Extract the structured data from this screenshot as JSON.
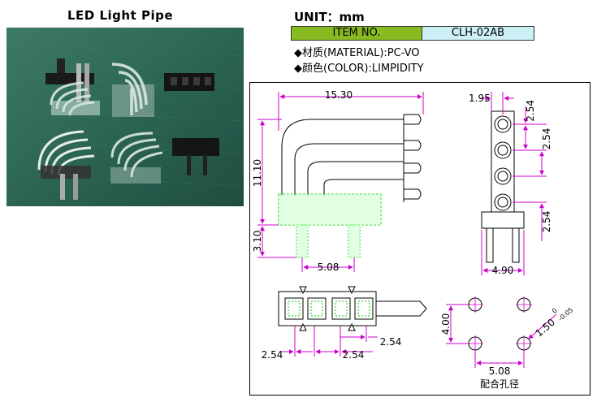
{
  "header": {
    "title": "LED  Light  Pipe",
    "unit": "UNIT：mm"
  },
  "item": {
    "label": "ITEM NO.",
    "value": "CLH-02AB"
  },
  "specs": {
    "material": "◆材质(MATERIAL):PC-VO",
    "color": "◆颜色(COLOR):LIMPIDITY"
  },
  "drawing": {
    "dims": {
      "width_total": "15.30",
      "height": "11.10",
      "pin_length": "3.10",
      "pin_pitch": "5.08",
      "side_offset": "1.95",
      "led_pitch_a": "2.54",
      "led_pitch_b": "2.54",
      "led_pitch_c": "2.54",
      "side_width": "4.90",
      "top_left": "2.54",
      "top_mid": "2.54",
      "top_right": "2.54",
      "hole_vertical": "4.00",
      "hole_pitch": "5.08",
      "hole_dia": "1.50",
      "hole_tol_upper": "0",
      "hole_tol_lower": "-0.05"
    },
    "hole_caption": "配合孔径"
  },
  "colors": {
    "dimension": "#cc00cc",
    "highlight": "#00cc00",
    "table_key_bg": "#88bb22",
    "table_value_bg": "#ccf0f6",
    "photo_bg": "#2f6a58"
  }
}
